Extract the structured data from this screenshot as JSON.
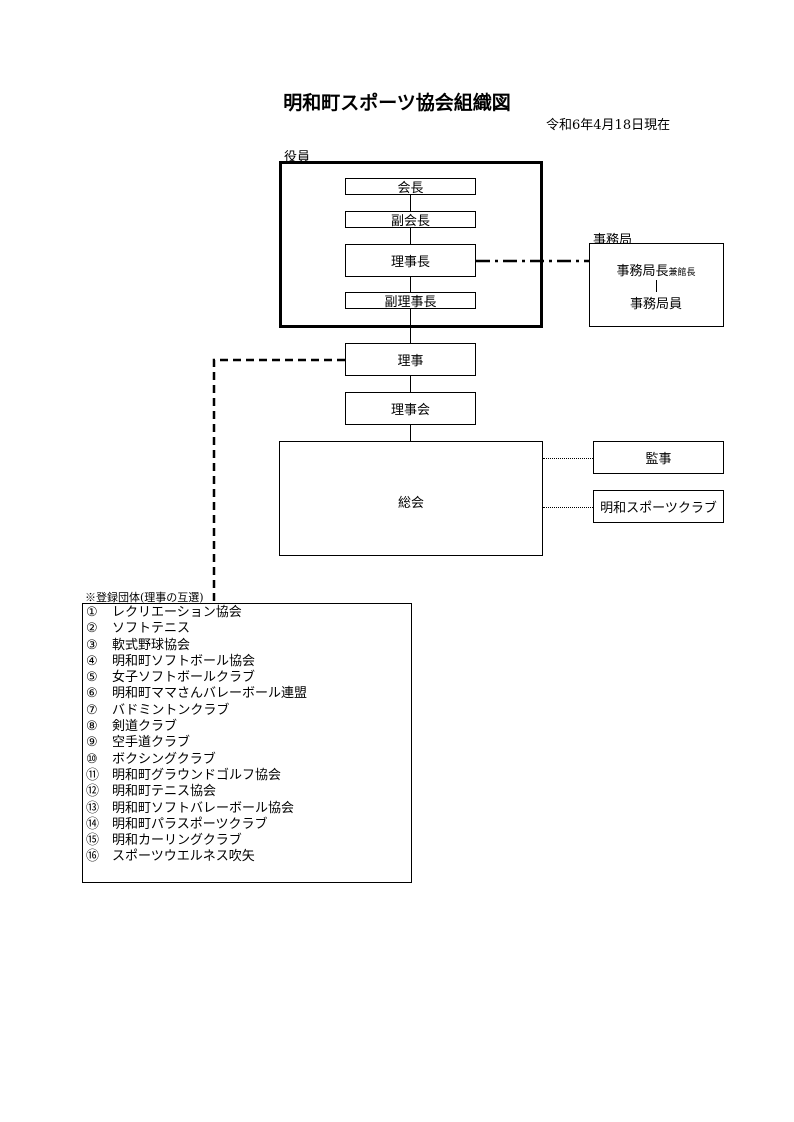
{
  "title": "明和町スポーツ協会組織図",
  "date": "令和6年4月18日現在",
  "officers": {
    "label": "役員",
    "president": "会長",
    "vice_president": "副会長",
    "chairman": "理事長",
    "vice_chairman": "副理事長"
  },
  "secretariat": {
    "label": "事務局",
    "head": "事務局長",
    "head_suffix": "兼館長",
    "staff": "事務局員"
  },
  "directors": "理事",
  "board": "理事会",
  "general_assembly": "総会",
  "auditor": "監事",
  "sports_club": "明和スポーツクラブ",
  "registered_groups": {
    "note": "※登録団体(理事の互選)",
    "items": [
      {
        "num": "①",
        "name": "レクリエーション協会"
      },
      {
        "num": "②",
        "name": "ソフトテニス"
      },
      {
        "num": "③",
        "name": "軟式野球協会"
      },
      {
        "num": "④",
        "name": "明和町ソフトボール協会"
      },
      {
        "num": "⑤",
        "name": "女子ソフトボールクラブ"
      },
      {
        "num": "⑥",
        "name": "明和町ママさんバレーボール連盟"
      },
      {
        "num": "⑦",
        "name": "バドミントンクラブ"
      },
      {
        "num": "⑧",
        "name": "剣道クラブ"
      },
      {
        "num": "⑨",
        "name": "空手道クラブ"
      },
      {
        "num": "⑩",
        "name": "ボクシングクラブ"
      },
      {
        "num": "⑪",
        "name": "明和町グラウンドゴルフ協会"
      },
      {
        "num": "⑫",
        "name": "明和町テニス協会"
      },
      {
        "num": "⑬",
        "name": "明和町ソフトバレーボール協会"
      },
      {
        "num": "⑭",
        "name": "明和町パラスポーツクラブ"
      },
      {
        "num": "⑮",
        "name": "明和カーリングクラブ"
      },
      {
        "num": "⑯",
        "name": "スポーツウエルネス吹矢"
      }
    ]
  }
}
